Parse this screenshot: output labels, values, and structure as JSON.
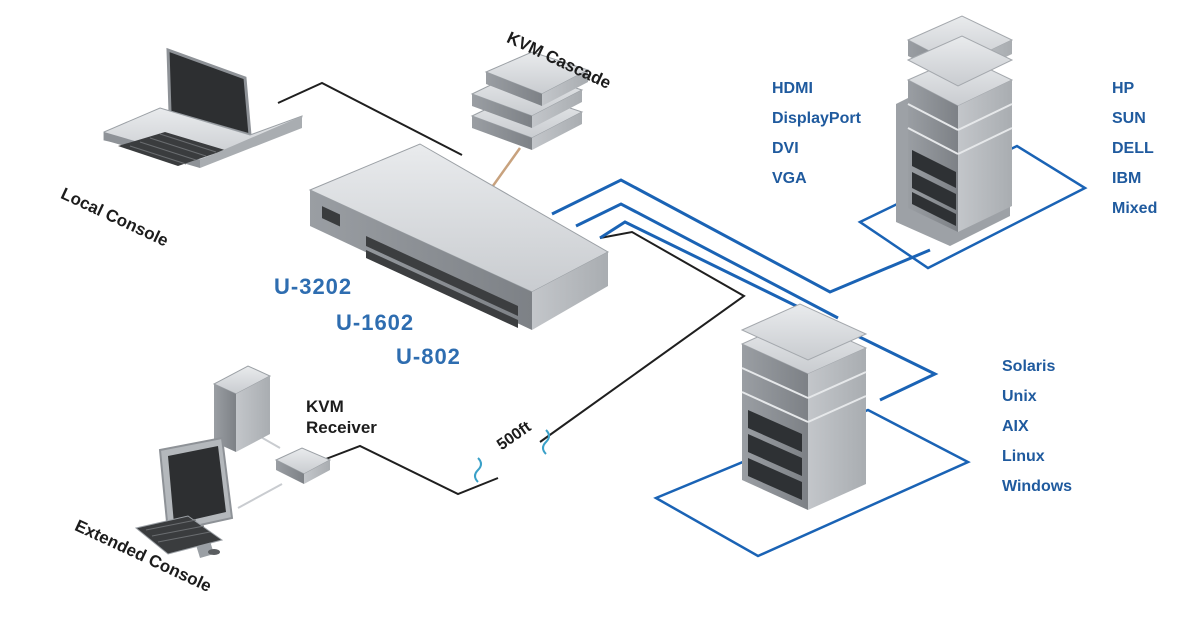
{
  "labels": {
    "local_console": "Local Console",
    "kvm_cascade": "KVM Cascade",
    "kvm_receiver_line1": "KVM",
    "kvm_receiver_line2": "Receiver",
    "extended_console": "Extended Console",
    "distance": "500ft"
  },
  "models": [
    "U-3202",
    "U-1602",
    "U-802"
  ],
  "video_interfaces": [
    "HDMI",
    "DisplayPort",
    "DVI",
    "VGA"
  ],
  "server_brands": [
    "HP",
    "SUN",
    "DELL",
    "IBM",
    "Mixed"
  ],
  "operating_systems": [
    "Solaris",
    "Unix",
    "AIX",
    "Linux",
    "Windows"
  ],
  "colors": {
    "link_blue": "#1a63b5",
    "cable_dark": "#1f1f1f",
    "device_gray": "#b4b8bc",
    "label_blue": "#1f5a9e"
  }
}
